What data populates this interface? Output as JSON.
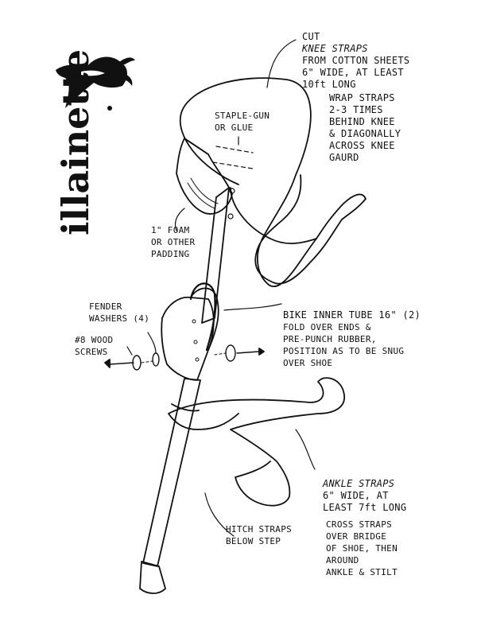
{
  "logo": {
    "word": "illainette",
    "icon": "bandana-mask-icon"
  },
  "labels": {
    "knee_straps_a": "CUT",
    "knee_straps_b": "KNEE STRAPS",
    "knee_straps_c": "FROM COTTON SHEETS\n6\" WIDE, AT LEAST\n10ft LONG",
    "wrap_straps": "WRAP STRAPS\n2-3 TIMES\nBEHIND KNEE\n& DIAGONALLY\nACROSS KNEE\nGAURD",
    "staple_gun": "STAPLE-GUN\nOR GLUE",
    "foam": "1\" FOAM\nOR OTHER\nPADDING",
    "fender_washers": "FENDER\nWASHERS (4)",
    "wood_screws": "#8 WOOD\nSCREWS",
    "inner_tube_title": "BIKE INNER TUBE 16\" (2)",
    "inner_tube_body": "FOLD OVER ENDS &\nPRE-PUNCH RUBBER,\nPOSITION AS TO BE SNUG\nOVER SHOE",
    "ankle_straps_title": "ANKLE STRAPS",
    "ankle_straps_body": "6\" WIDE, AT\nLEAST 7ft LONG",
    "cross_straps": "CROSS STRAPS\nOVER BRIDGE\nOF SHOE, THEN\nAROUND\nANKLE & STILT",
    "hitch_straps": "HITCH STRAPS\nBELOW STEP"
  },
  "colors": {
    "ink": "#111111",
    "paper": "#ffffff"
  }
}
